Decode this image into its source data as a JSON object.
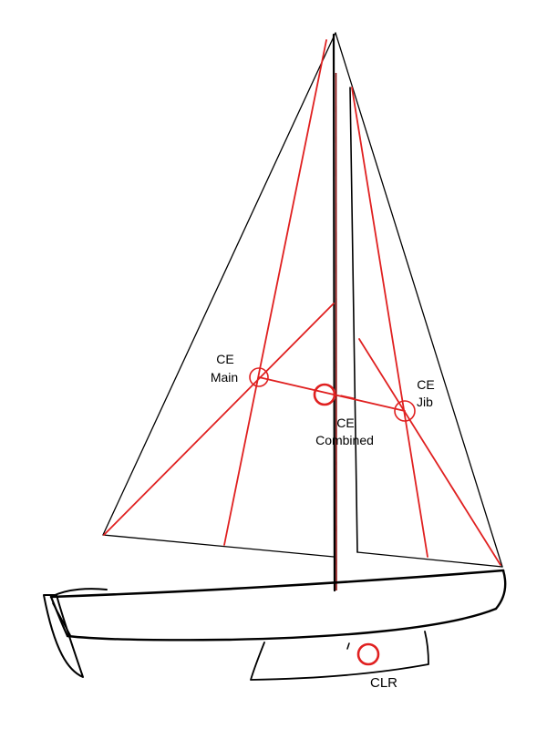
{
  "labels": {
    "ce_main_line1": "CE",
    "ce_main_line2": "Main",
    "ce_jib_line1": "CE",
    "ce_jib_line2": "Jib",
    "ce_combined_line1": "CE",
    "ce_combined_line2": "Combined",
    "clr": "CLR"
  },
  "colors": {
    "construction_lines": "#e02020",
    "outline": "#000000",
    "background": "#ffffff"
  }
}
